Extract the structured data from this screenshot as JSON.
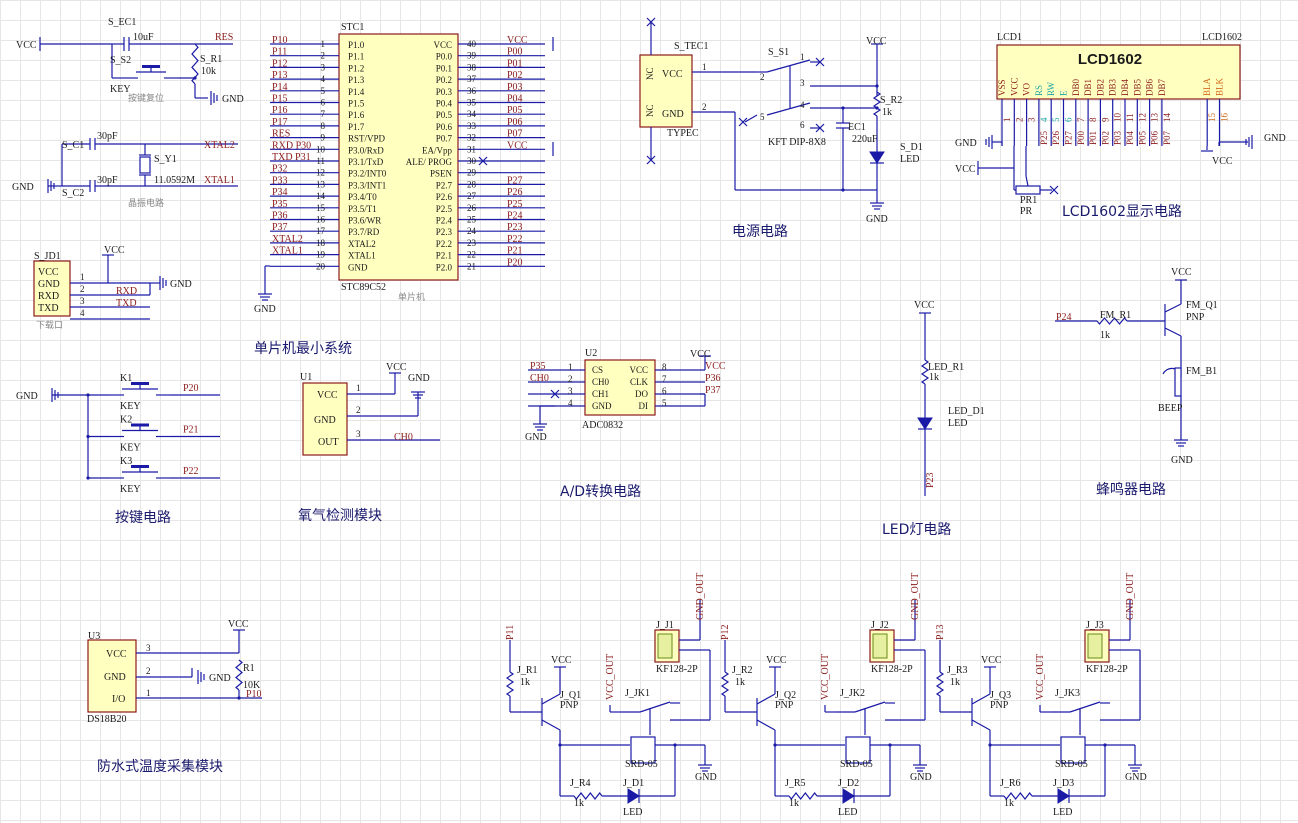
{
  "sections": {
    "key_reset": "按键复位",
    "crystal": "晶振电路",
    "download": "下载口",
    "mcu_chip": "单片机",
    "mcu_min": "单片机最小系统",
    "power": "电源电路",
    "lcd": "LCD1602显示电路",
    "keys": "按键电路",
    "o2": "氧气检测模块",
    "adc": "A/D转换电路",
    "led": "LED灯电路",
    "buzzer": "蜂鸣器电路",
    "temp": "防水式温度采集模块"
  },
  "reset": {
    "cap": "S_EC1",
    "cap_val": "10uF",
    "sw": "S_S2",
    "sw_val": "KEY",
    "res": "S_R1",
    "res_val": "10k",
    "net_vcc": "VCC",
    "net_res": "RES",
    "net_gnd": "GND"
  },
  "crystal": {
    "c1": "S_C1",
    "c1_val": "30pF",
    "c2": "S_C2",
    "c2_val": "30pF",
    "y": "S_Y1",
    "y_val": "11.0592M",
    "x1": "XTAL1",
    "x2": "XTAL2",
    "gnd": "GND"
  },
  "download": {
    "ref": "S_JD1",
    "pins": [
      "VCC",
      "GND",
      "RXD",
      "TXD"
    ],
    "nums": [
      "1",
      "2",
      "3",
      "4"
    ],
    "net_vcc": "VCC",
    "net_gnd": "GND",
    "net_rxd": "RXD",
    "net_txd": "TXD"
  },
  "mcu": {
    "ref": "STC1",
    "part": "STC89C52",
    "left_pins": [
      "P1.0",
      "P1.1",
      "P1.2",
      "P1.3",
      "P1.4",
      "P1.5",
      "P1.6",
      "P1.7",
      "RST/VPD",
      "P3.0/RxD",
      "P3.1/TxD",
      "P3.2/INT0",
      "P3.3/INT1",
      "P3.4/T0",
      "P3.5/T1",
      "P3.6/WR",
      "P3.7/RD",
      "XTAL2",
      "XTAL1",
      "GND"
    ],
    "left_nums": [
      "1",
      "2",
      "3",
      "4",
      "5",
      "6",
      "7",
      "8",
      "9",
      "10",
      "11",
      "12",
      "13",
      "14",
      "15",
      "16",
      "17",
      "18",
      "19",
      "20"
    ],
    "left_nets": [
      "P10",
      "P11",
      "P12",
      "P13",
      "P14",
      "P15",
      "P16",
      "P17",
      "RES",
      "RXD P30",
      "TXD P31",
      "P32",
      "P33",
      "P34",
      "P35",
      "P36",
      "P37",
      "XTAL2",
      "XTAL1",
      ""
    ],
    "right_pins": [
      "VCC",
      "P0.0",
      "P0.1",
      "P0.2",
      "P0.3",
      "P0.4",
      "P0.5",
      "P0.6",
      "P0.7",
      "EA/Vpp",
      "ALE/ PROG",
      "PSEN",
      "P2.7",
      "P2.6",
      "P2.5",
      "P2.4",
      "P2.3",
      "P2.2",
      "P2.1",
      "P2.0"
    ],
    "right_nums": [
      "40",
      "39",
      "38",
      "37",
      "36",
      "35",
      "34",
      "33",
      "32",
      "31",
      "30",
      "29",
      "28",
      "27",
      "26",
      "25",
      "24",
      "23",
      "22",
      "21"
    ],
    "right_nets": [
      "VCC",
      "P00",
      "P01",
      "P02",
      "P03",
      "P04",
      "P05",
      "P06",
      "P07",
      "VCC",
      "",
      "",
      "P27",
      "P26",
      "P25",
      "P24",
      "P23",
      "P22",
      "P21",
      "P20"
    ],
    "gnd": "GND"
  },
  "power": {
    "ref": "S_TEC1",
    "part": "TYPEC",
    "pins": [
      "VCC",
      "GND"
    ],
    "side": [
      "NC",
      "NC"
    ],
    "sw": "S_S1",
    "sw_val": "KFT DIP-8X8",
    "ec": "EC1",
    "ec_val": "220uF",
    "r": "S_R2",
    "r_val": "1k",
    "d": "S_D1",
    "d_val": "LED",
    "vcc": "VCC",
    "gnd": "GND",
    "nums": [
      "1",
      "2",
      "3",
      "4",
      "5",
      "6",
      "1",
      "2"
    ]
  },
  "lcd": {
    "ref": "LCD1",
    "part": "LCD1602",
    "title": "LCD1602",
    "pins": [
      "VSS",
      "VCC",
      "VO",
      "RS",
      "RW",
      "E",
      "DB0",
      "DB1",
      "DB2",
      "DB3",
      "DB4",
      "DB5",
      "DB6",
      "DB7",
      "BLA",
      "BLK"
    ],
    "nums": [
      "1",
      "2",
      "3",
      "4",
      "5",
      "6",
      "7",
      "8",
      "9",
      "10",
      "11",
      "12",
      "13",
      "14",
      "15",
      "16"
    ],
    "nets": [
      "",
      "",
      "",
      "P25",
      "P26",
      "P27",
      "P00",
      "P01",
      "P02",
      "P03",
      "P04",
      "P05",
      "P06",
      "P07",
      "",
      ""
    ],
    "pr": "PR1",
    "pr_val": "PR",
    "gnd": "GND",
    "vcc": "VCC"
  },
  "keys": {
    "gnd": "GND",
    "names": [
      "K1",
      "K2",
      "K3"
    ],
    "val": "KEY",
    "nets": [
      "P20",
      "P21",
      "P22"
    ]
  },
  "o2": {
    "ref": "U1",
    "pins": [
      "VCC",
      "GND",
      "OUT"
    ],
    "nums": [
      "1",
      "2",
      "3"
    ],
    "vcc": "VCC",
    "gnd": "GND",
    "out": "CH0"
  },
  "adc": {
    "ref": "U2",
    "part": "ADC0832",
    "left": [
      "CS",
      "CH0",
      "CH1",
      "GND"
    ],
    "right": [
      "VCC",
      "CLK",
      "DO",
      "DI"
    ],
    "lnums": [
      "1",
      "2",
      "3",
      "4"
    ],
    "rnums": [
      "8",
      "7",
      "6",
      "5"
    ],
    "nets_l": [
      "P35",
      "CH0",
      "",
      ""
    ],
    "nets_r": [
      "VCC",
      "P36",
      "P37",
      ""
    ],
    "gnd": "GND"
  },
  "led": {
    "vcc": "VCC",
    "r": "LED_R1",
    "r_val": "1k",
    "d": "LED_D1",
    "d_val": "LED",
    "net": "P23"
  },
  "buzzer": {
    "vcc": "VCC",
    "q": "FM_Q1",
    "q_val": "PNP",
    "r": "FM_R1",
    "r_val": "1k",
    "b": "FM_B1",
    "b_val": "BEEP",
    "net": "P24",
    "gnd": "GND"
  },
  "temp": {
    "ref": "U3",
    "part": "DS18B20",
    "pins": [
      "VCC",
      "GND",
      "I/O"
    ],
    "nums": [
      "3",
      "2",
      "1"
    ],
    "r": "R1",
    "r_val": "10K",
    "vcc": "VCC",
    "gnd": "GND",
    "net": "P10"
  },
  "relays": [
    {
      "net": "P11",
      "r": "J_R1",
      "q": "J_Q1",
      "jk": "J_JK1",
      "j": "J_J1",
      "r2": "J_R4",
      "d": "J_D1"
    },
    {
      "net": "P12",
      "r": "J_R2",
      "q": "J_Q2",
      "jk": "J_JK2",
      "j": "J_J2",
      "r2": "J_R5",
      "d": "J_D2"
    },
    {
      "net": "P13",
      "r": "J_R3",
      "q": "J_Q3",
      "jk": "J_JK3",
      "j": "J_J3",
      "r2": "J_R6",
      "d": "J_D3"
    }
  ],
  "relay_common": {
    "r_val": "1k",
    "q_val": "PNP",
    "vcc": "VCC",
    "vcc_out": "VCC_OUT",
    "gnd_out": "GND_OUT",
    "j_val": "KF128-2P",
    "relay_val": "SRD-05",
    "d_val": "LED",
    "gnd": "GND"
  }
}
